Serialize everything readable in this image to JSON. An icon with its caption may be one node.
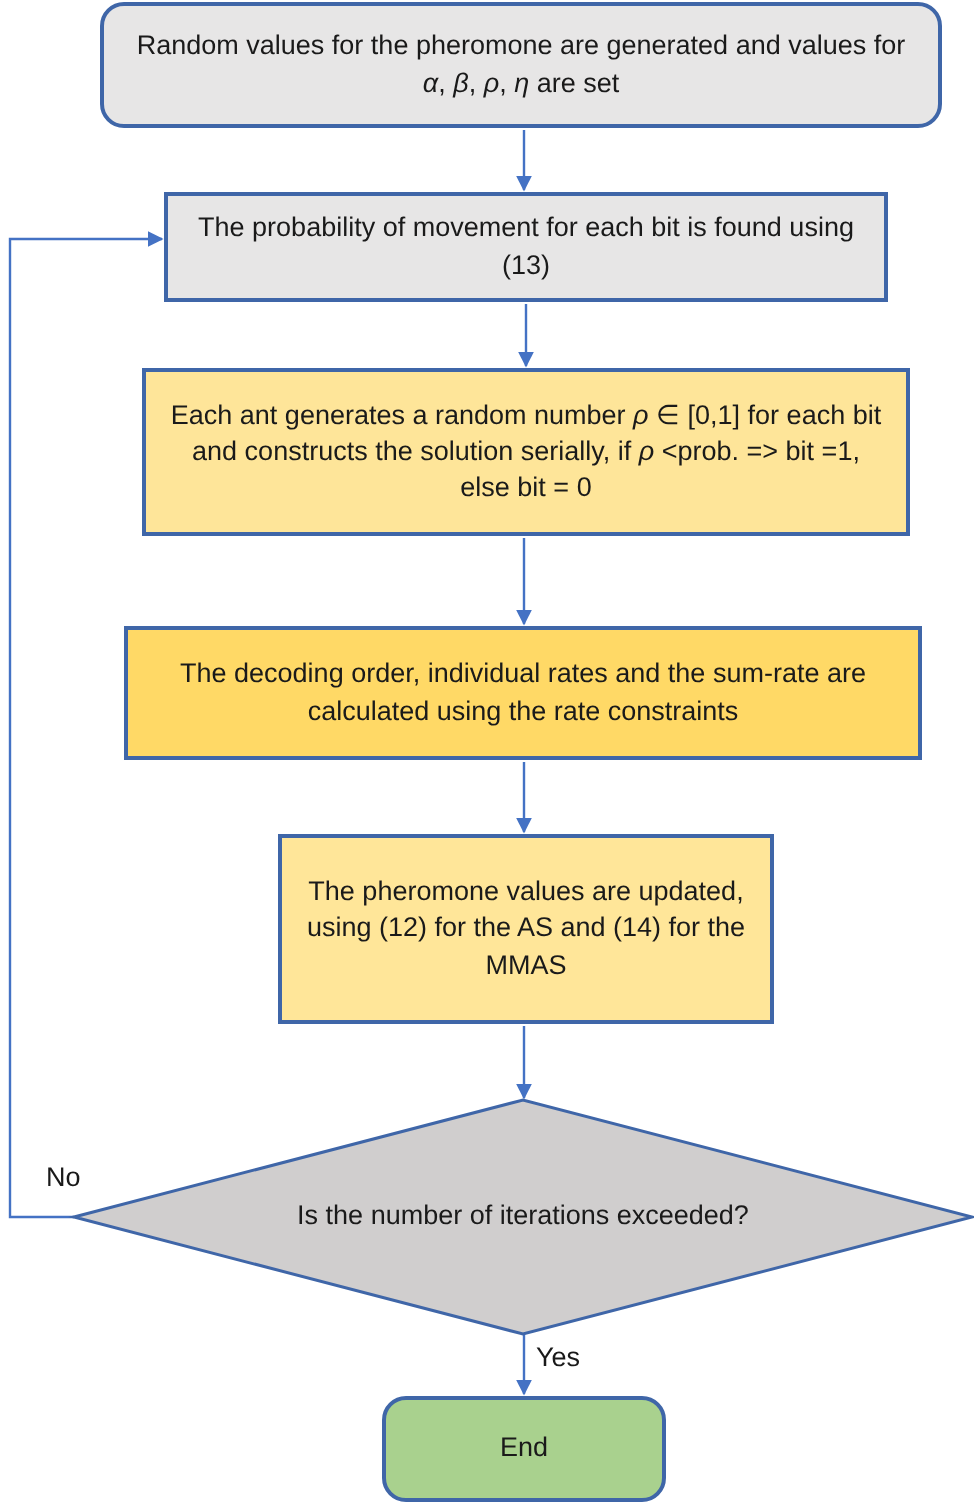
{
  "diagram": {
    "nodes": [
      {
        "text": [
          "Random values for the pheromone are generated and values for *α*, *β*, *ρ*, *η* are set"
        ]
      },
      {
        "text": [
          "The probability of movement for each bit is found using (13)"
        ]
      },
      {
        "text": [
          "Each ant generates a random number *ρ* ∈ [0,1] for each bit and constructs the solution serially, if *ρ* <prob. => bit =1, else bit = 0"
        ]
      },
      {
        "text": [
          "The decoding order,  individual rates and the sum-rate are calculated using the rate constraints"
        ]
      },
      {
        "text": [
          "The pheromone values are updated, using (12) for the AS and (14) for the MMAS"
        ]
      },
      {
        "text": [
          "Is the number of iterations exceeded?"
        ]
      },
      {
        "text": [
          "End"
        ]
      }
    ],
    "edges": [
      {
        "from": 0,
        "to": 1,
        "arrow": "to"
      },
      {
        "from": 1,
        "to": 2,
        "arrow": "to"
      },
      {
        "from": 2,
        "to": 3,
        "arrow": "to"
      },
      {
        "from": 3,
        "to": 4,
        "arrow": "to"
      },
      {
        "from": 4,
        "to": 5,
        "arrow": "to"
      },
      {
        "from": 5,
        "to": 6,
        "arrow": "to",
        "label": "Yes"
      },
      {
        "from": 5,
        "to": 1,
        "arrow": "to",
        "label": "No"
      }
    ]
  }
}
